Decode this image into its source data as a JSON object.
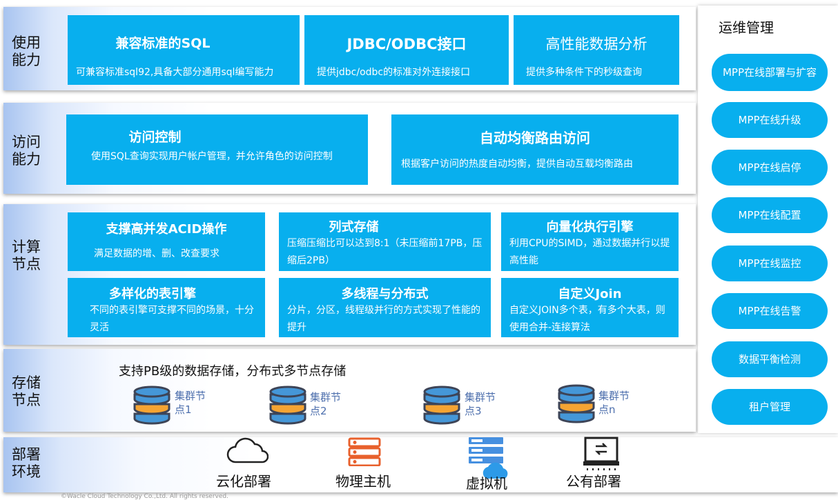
{
  "layers": {
    "usage": {
      "label": "使用能力"
    },
    "access": {
      "label": "访问能力"
    },
    "compute": {
      "label": "计算节点"
    },
    "storage": {
      "label": "存储节点"
    },
    "deploy": {
      "label": "部署环境"
    }
  },
  "usage_cards": [
    {
      "title": "兼容标准的SQL",
      "desc": "可兼容标准sql92,具备大部分通用sql编写能力"
    },
    {
      "title": "JDBC/ODBC接口",
      "desc": "提供jdbc/odbc的标准对外连接接口"
    },
    {
      "title": "高性能数据分析",
      "desc": "提供多种条件下的秒级查询"
    }
  ],
  "access_cards": [
    {
      "title": "访问控制",
      "desc": "使用SQL查询实现用户帐户管理，并允许角色的访问控制"
    },
    {
      "title": "自动均衡路由访问",
      "desc": "根据客户访问的热度自动均衡，提供自动互载均衡路由"
    }
  ],
  "compute_cards": [
    {
      "title": "支撑高并发ACID操作",
      "desc": "满足数据的增、删、改查要求"
    },
    {
      "title": "列式存储",
      "desc": "压缩压缩比可以达到8:1（未压缩前17PB，压缩后2PB）"
    },
    {
      "title": "向量化执行引擎",
      "desc": "利用CPU的SIMD，通过数据并行以提高性能"
    },
    {
      "title": "多样化的表引擎",
      "desc": "不同的表引擎可支撑不同的场景，十分灵活"
    },
    {
      "title": "多线程与分布式",
      "desc": "分片，分区，线程级并行的方式实现了性能的提升"
    },
    {
      "title": "自定义Join",
      "desc": "自定义JOIN多个表，有多个大表，则使用合并-连接算法"
    }
  ],
  "storage": {
    "headline": "支持PB级的数据存储，分布式多节点存储",
    "nodes": [
      "集群节点1",
      "集群节点2",
      "集群节点3",
      "集群节点n"
    ]
  },
  "deploy_items": [
    {
      "label": "云化部署",
      "icon": "cloud-icon"
    },
    {
      "label": "物理主机",
      "icon": "server-icon"
    },
    {
      "label": "虚拟机",
      "icon": "virtual-machine-icon"
    },
    {
      "label": "公有部署",
      "icon": "public-deploy-icon"
    }
  ],
  "ops": {
    "title": "运维管理",
    "items": [
      "MPP在线部署与扩容",
      "MPP在线升级",
      "MPP在线启停",
      "MPP在线配置",
      "MPP在线监控",
      "MPP在线告警",
      "数据平衡检测",
      "租户管理"
    ]
  },
  "footer": "©Wacle Cloud Technology Co.,Ltd. All rights reserved.",
  "colors": {
    "card": "#08afee",
    "db_orange": "#f5a433",
    "db_blue": "#4597d8",
    "server": "#e8602c"
  }
}
